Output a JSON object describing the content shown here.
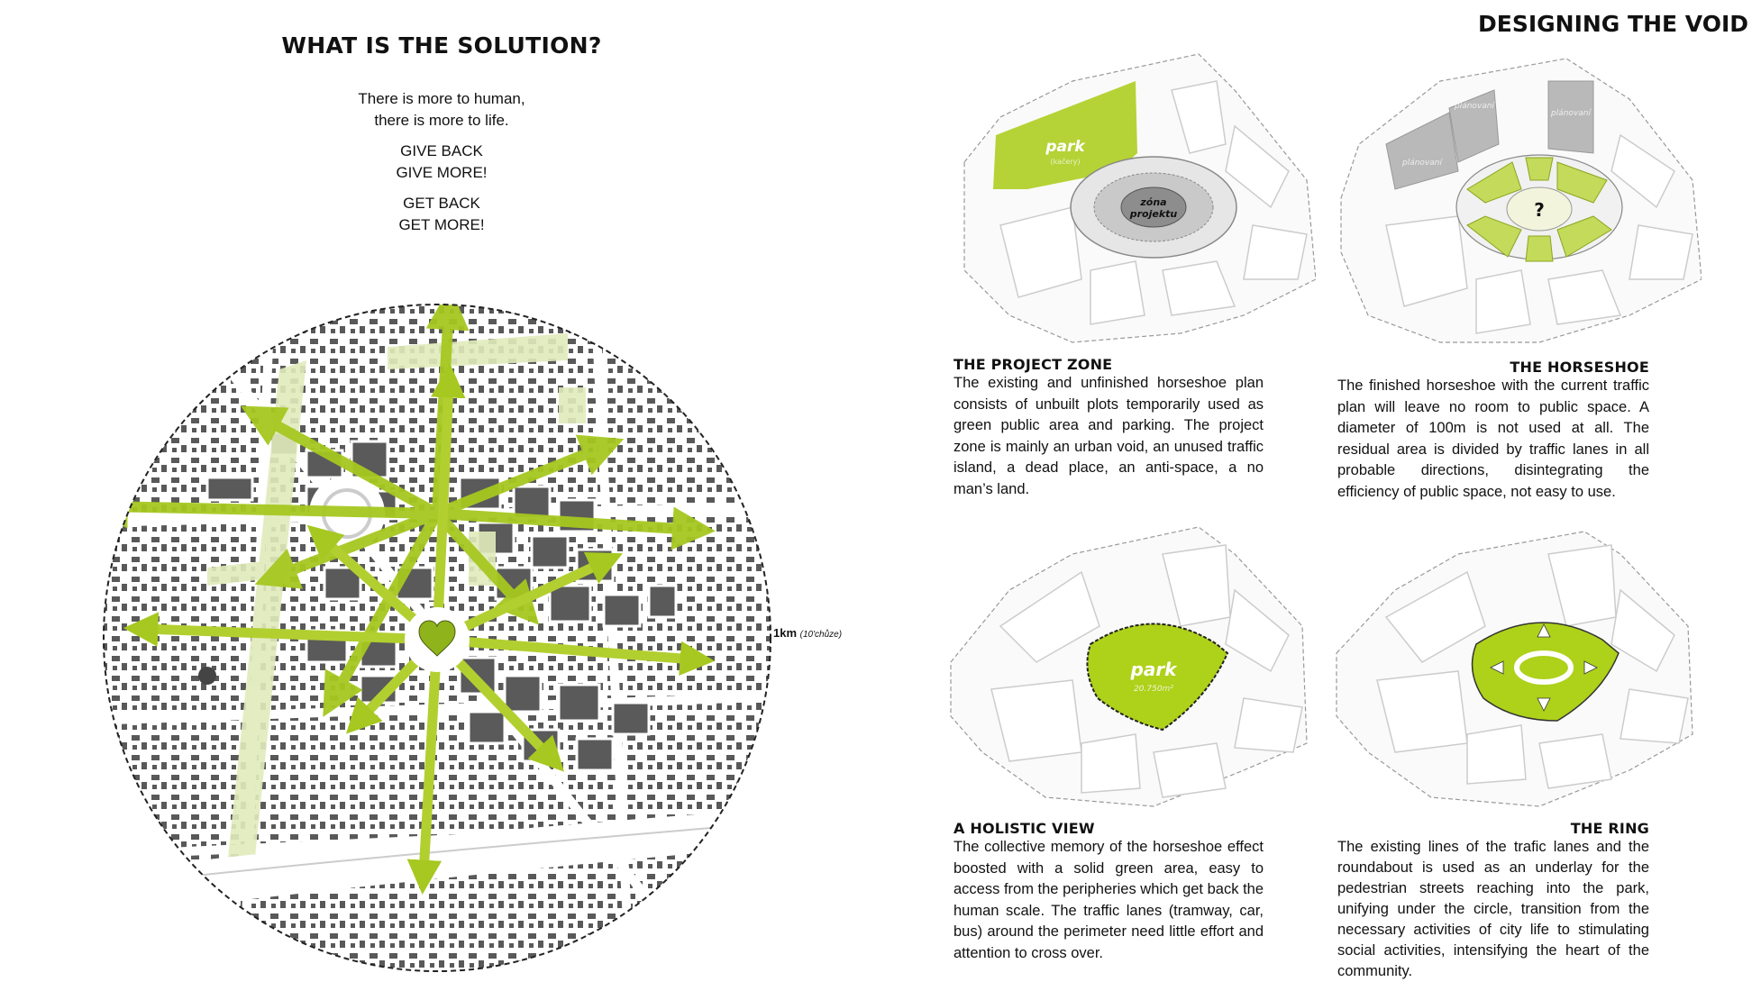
{
  "left": {
    "title": "WHAT IS THE SOLUTION?",
    "intro_line1": "There is more to human,",
    "intro_line2": "there is more to life.",
    "give_back": "GIVE BACK",
    "give_more": "GIVE MORE!",
    "get_back": "GET BACK",
    "get_more": "GET MORE!",
    "scale_label": "1km",
    "scale_note": "(10'chůze)"
  },
  "right": {
    "title": "DESIGNING THE VOID",
    "project_zone": {
      "title": "THE PROJECT ZONE",
      "body": "The existing and unfinished horseshoe plan consists of unbuilt plots temporarily used as green public area and parking. The project zone is mainly an urban void, an unused traffic island, a dead place, an anti-space, a no man’s land.",
      "park_label": "park",
      "park_note": "(kačery)",
      "zone_label_1": "zóna",
      "zone_label_2": "projektu"
    },
    "horseshoe": {
      "title": "THE HORSESHOE",
      "body": "The finished horseshoe with the current traffic plan will leave no room to public space. A diameter of 100m is not used at all. The residual area is divided by traffic lanes in all probable directions, disintegrating the efficiency of public space, not easy to use.",
      "plan_label": "plánovaní",
      "question": "?"
    },
    "holistic": {
      "title": "A HOLISTIC VIEW",
      "body": "The collective memory of the horseshoe effect boosted with a solid green area, easy to access from the peripheries which get back the human scale. The traffic lanes (tramway, car, bus) around the perimeter need little effort and attention to cross over.",
      "park_label": "park",
      "park_area": "20.750m²"
    },
    "ring": {
      "title": "THE RING",
      "body": "The existing lines of the trafic lanes and the roundabout is used as an underlay for the pedestrian streets reaching into the park, unifying under the circle, transition from the necessary activities of city life to stimulating social activities, intensifying the heart of the community."
    }
  },
  "colors": {
    "accent_green": "#a6c820",
    "light_green": "#c9dc7a",
    "pale_green": "#e3ecc0",
    "block_dark": "#555555",
    "block_mid": "#8a8a8a"
  }
}
